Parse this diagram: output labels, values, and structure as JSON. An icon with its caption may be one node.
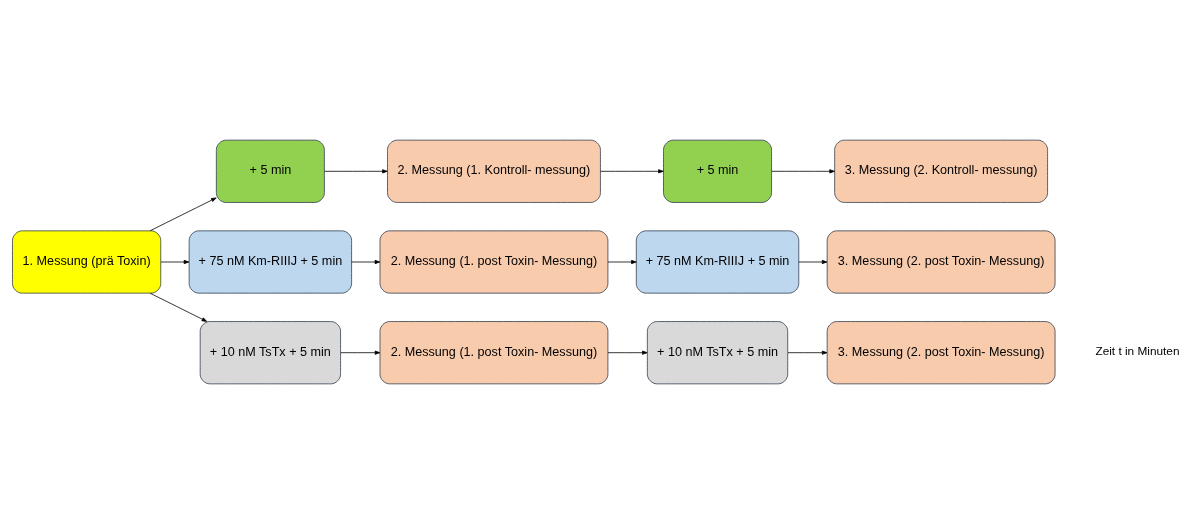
{
  "diagram": {
    "nodes": [
      {
        "text": [
          "1. Messung (prä Toxin)"
        ]
      },
      {
        "text": [
          "+ 5 min"
        ]
      },
      {
        "text": [
          "2. Messung (1. Kontroll- messung)"
        ]
      },
      {
        "text": [
          "+ 5 min"
        ]
      },
      {
        "text": [
          "3. Messung (2. Kontroll- messung)"
        ]
      },
      {
        "text": [
          "+ 75 nM Km-RIIIJ + 5 min"
        ]
      },
      {
        "text": [
          "2. Messung (1. post Toxin- Messung)"
        ]
      },
      {
        "text": [
          "+ 75 nM Km-RIIIJ + 5 min"
        ]
      },
      {
        "text": [
          "3. Messung (2. post Toxin- Messung)"
        ]
      },
      {
        "text": [
          "+ 10 nM TsTx + 5 min"
        ]
      },
      {
        "text": [
          "2. Messung (1. post Toxin- Messung)"
        ]
      },
      {
        "text": [
          "+ 10 nM TsTx + 5 min"
        ]
      },
      {
        "text": [
          "3. Messung (2. post Toxin- Messung)"
        ]
      }
    ],
    "edges": [
      {
        "from": 0,
        "to": 1,
        "arrow": "to"
      },
      {
        "from": 0,
        "to": 5,
        "arrow": "to"
      },
      {
        "from": 0,
        "to": 9,
        "arrow": "to"
      },
      {
        "from": 1,
        "to": 2,
        "arrow": "to"
      },
      {
        "from": 2,
        "to": 3,
        "arrow": "to"
      },
      {
        "from": 3,
        "to": 4,
        "arrow": "to"
      },
      {
        "from": 5,
        "to": 6,
        "arrow": "to"
      },
      {
        "from": 6,
        "to": 7,
        "arrow": "to"
      },
      {
        "from": 7,
        "to": 8,
        "arrow": "to"
      },
      {
        "from": 9,
        "to": 10,
        "arrow": "to"
      },
      {
        "from": 10,
        "to": 11,
        "arrow": "to"
      },
      {
        "from": 11,
        "to": 12,
        "arrow": "to"
      }
    ],
    "labels": [
      "Zeit t in Minuten"
    ]
  }
}
